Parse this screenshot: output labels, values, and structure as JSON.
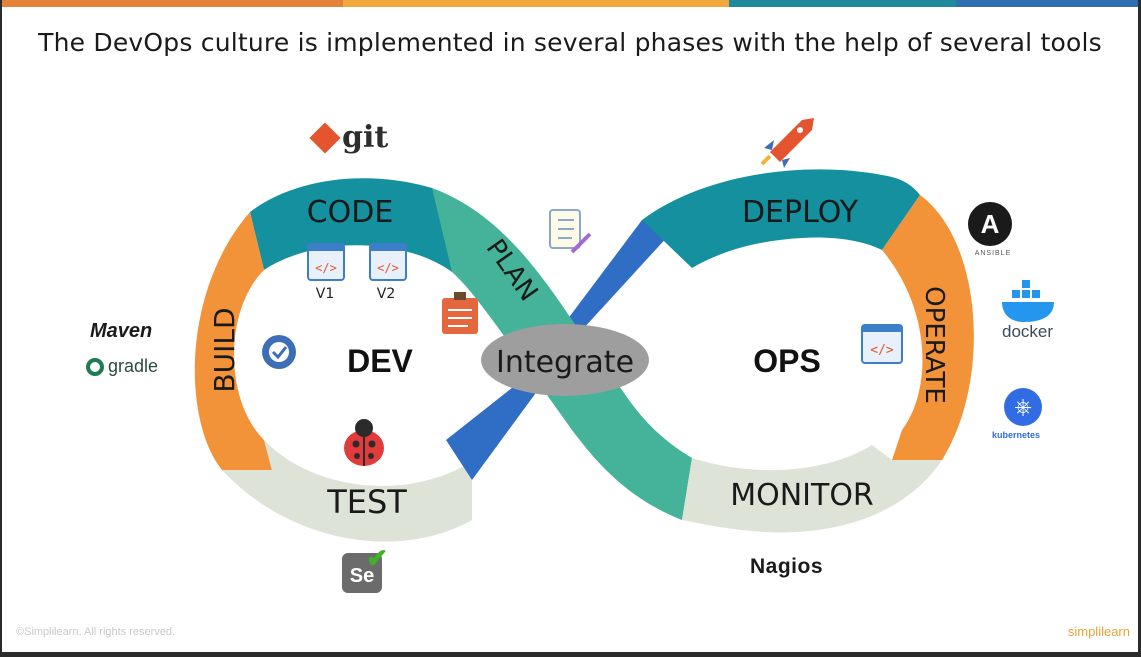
{
  "title": "The DevOps culture is implemented in several phases with the help of several tools",
  "colors": {
    "bar": [
      "#e3833a",
      "#f2a93b",
      "#1f8a9e",
      "#2d6fb0"
    ],
    "teal": "#14909e",
    "orange": "#f2933a",
    "grey": "#dde3d6",
    "green": "#45b29a",
    "blue": "#2f6ec4",
    "ellipse": "#9e9e9e"
  },
  "phases": {
    "code": "CODE",
    "plan": "PLAN",
    "build": "BUILD",
    "test": "TEST",
    "deploy": "DEPLOY",
    "operate": "OPERATE",
    "monitor": "MONITOR"
  },
  "center": {
    "dev": "DEV",
    "ops": "OPS",
    "integrate": "Integrate"
  },
  "versions": {
    "v1": "V1",
    "v2": "V2"
  },
  "icons": {
    "code_v1": "code-window-icon",
    "code_v2": "code-window-icon",
    "plan": "checklist-pen-icon",
    "clipboard": "clipboard-icon",
    "gear": "gear-check-icon",
    "bug": "ladybug-icon",
    "rocket": "rocket-icon",
    "ops_code": "code-window-icon"
  },
  "code_glyph": "</>",
  "tools": {
    "git": "git",
    "maven": "Maven",
    "gradle": "gradle",
    "ansible_letter": "A",
    "ansible": "ANSIBLE",
    "docker": "docker",
    "kubernetes_glyph": "⎈",
    "kubernetes": "kubernetes",
    "nagios": "Nagios",
    "selenium": "Se",
    "selenium_check": "✔"
  },
  "footer": {
    "copyright": "©Simplilearn. All rights reserved.",
    "brand": "simplilearn"
  }
}
